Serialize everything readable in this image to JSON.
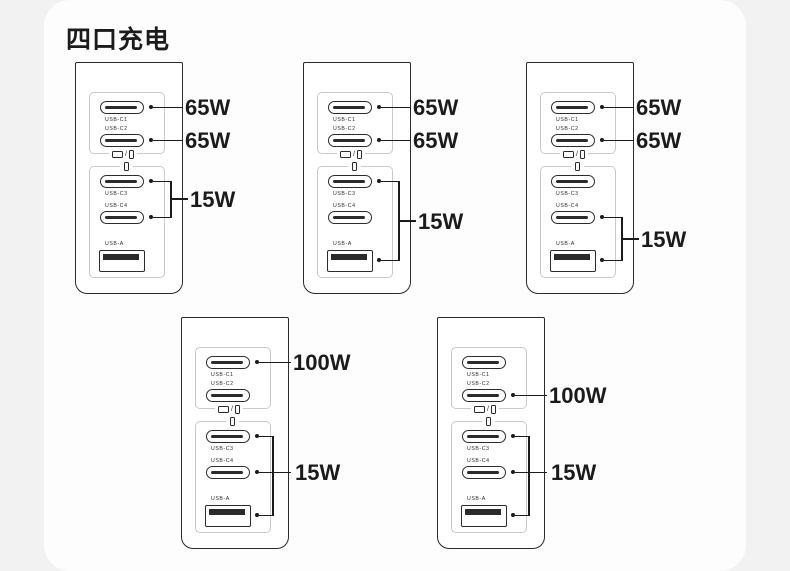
{
  "page": {
    "title": "四口充电",
    "background_color": "#f2f2f2",
    "card_color": "#fdfdfd",
    "ink_color": "#1b1b1b"
  },
  "port_names": {
    "c1": "USB-C1",
    "c2": "USB-C2",
    "c3": "USB-C3",
    "c4": "USB-C4",
    "a": "USB-A"
  },
  "icons": {
    "laptop": "laptop-icon",
    "phone": "phone-icon",
    "separator": "/"
  },
  "chargers": [
    {
      "id": "charger-1",
      "callouts": [
        {
          "label": "65W",
          "ports": [
            "USB-C1"
          ]
        },
        {
          "label": "65W",
          "ports": [
            "USB-C2"
          ]
        },
        {
          "label": "15W",
          "ports": [
            "USB-C3",
            "USB-C4"
          ]
        }
      ]
    },
    {
      "id": "charger-2",
      "callouts": [
        {
          "label": "65W",
          "ports": [
            "USB-C1"
          ]
        },
        {
          "label": "65W",
          "ports": [
            "USB-C2"
          ]
        },
        {
          "label": "15W",
          "ports": [
            "USB-C3",
            "USB-A"
          ]
        }
      ]
    },
    {
      "id": "charger-3",
      "callouts": [
        {
          "label": "65W",
          "ports": [
            "USB-C1"
          ]
        },
        {
          "label": "65W",
          "ports": [
            "USB-C2"
          ]
        },
        {
          "label": "15W",
          "ports": [
            "USB-C4",
            "USB-A"
          ]
        }
      ]
    },
    {
      "id": "charger-4",
      "callouts": [
        {
          "label": "100W",
          "ports": [
            "USB-C1"
          ]
        },
        {
          "label": "15W",
          "ports": [
            "USB-C3",
            "USB-C4",
            "USB-A"
          ]
        }
      ]
    },
    {
      "id": "charger-5",
      "callouts": [
        {
          "label": "100W",
          "ports": [
            "USB-C2"
          ]
        },
        {
          "label": "15W",
          "ports": [
            "USB-C3",
            "USB-C4",
            "USB-A"
          ]
        }
      ]
    }
  ],
  "labels": {
    "w65": "65W",
    "w100": "100W",
    "w15": "15W"
  }
}
